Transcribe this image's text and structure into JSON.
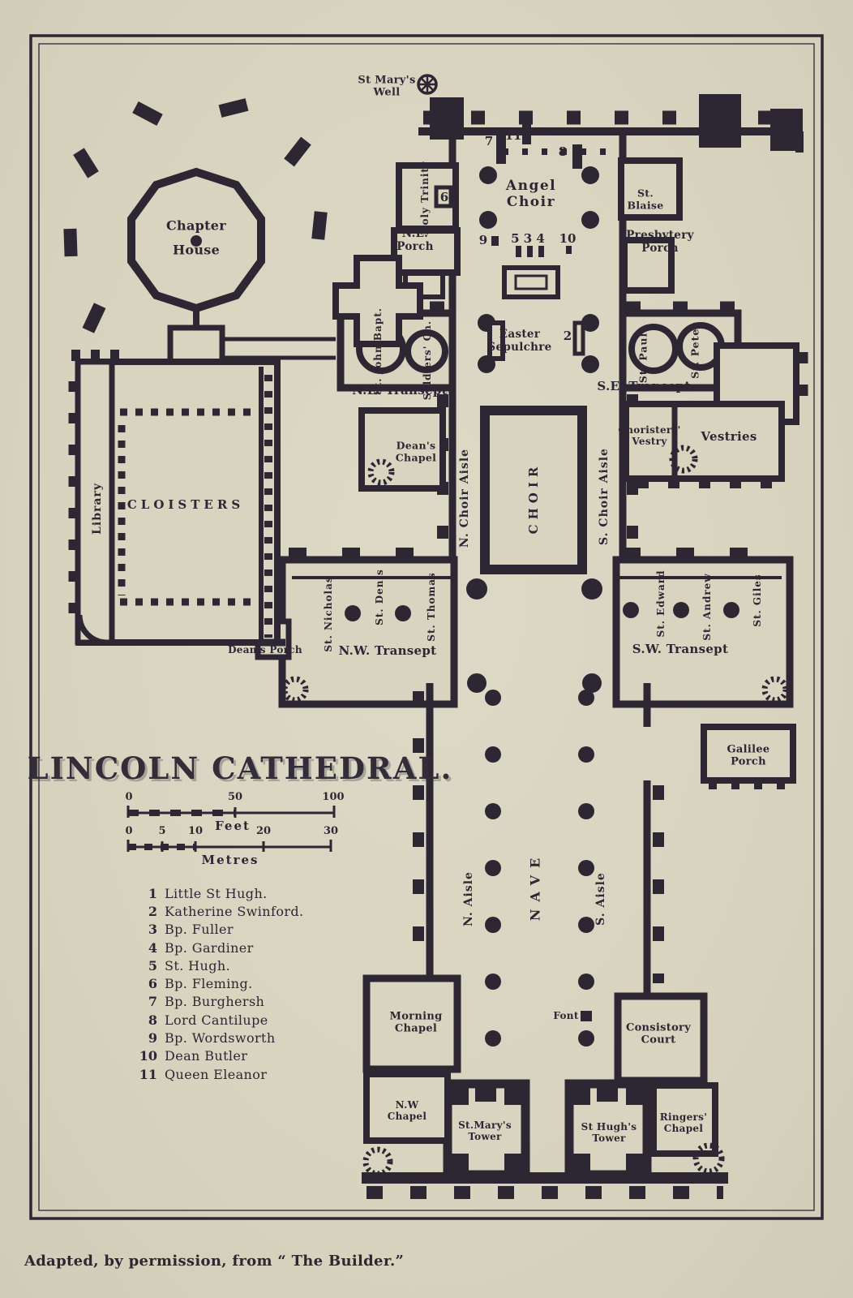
{
  "page": {
    "title": "LINCOLN CATHEDRAL.",
    "caption": "Adapted, by permission, from “ The Builder.”"
  },
  "colors": {
    "paper": "#d8d4c0",
    "ink": "#2d2733"
  },
  "labels": {
    "st_marys_well": "St Mary's\nWell",
    "chapter_house": "Chapter\nHouse",
    "holy_trinity": "Holy Trinity",
    "angel_choir": "Angel\nChoir",
    "st_blaise": "St.\nBlaise",
    "ne_porch": "N.E.\nPorch",
    "presbytery_porch": "Presbytery\nPorch",
    "easter_sepulchre": "Easter\nSepulchre",
    "st_john_bapt": "St. John Bapt.",
    "soldiers_ch": "Soldiers' Ch.",
    "ne_transept": "N.E. Transept",
    "st_paul": "St. Paul",
    "st_peter": "St. Peter",
    "se_transept": "S.E. Transept",
    "choristers_vestry": "Choristers'\nVestry",
    "vestries": "Vestries",
    "deans_chapel": "Dean's\nChapel",
    "library": "Library",
    "cloisters": "CLOISTERS",
    "n_choir_aisle": "N. Choir Aisle",
    "choir": "CHOIR",
    "s_choir_aisle": "S. Choir Aisle",
    "st_nicholas": "St. Nicholas",
    "st_denis": "St. Denis",
    "st_thomas": "St. Thomas",
    "st_edward": "St. Edward",
    "st_andrew": "St. Andrew",
    "st_giles": "St. Giles",
    "deans_porch": "Dean's Porch",
    "nw_transept": "N.W. Transept",
    "sw_transept": "S.W. Transept",
    "galilee_porch": "Galilee\nPorch",
    "n_aisle": "N. Aisle",
    "nave": "NAVE",
    "s_aisle": "S. Aisle",
    "font": "Font",
    "morning_chapel": "Morning\nChapel",
    "consistory_court": "Consistory\nCourt",
    "nw_chapel": "N.W\nChapel",
    "st_marys_tower": "St.Mary's\nTower",
    "st_hughs_tower": "St Hugh's\nTower",
    "ringers_chapel": "Ringers'\nChapel"
  },
  "plan_numbers": {
    "n2": "2",
    "n6": "6",
    "n7": "7",
    "n8": "8",
    "n9": "9",
    "n10": "10",
    "n11": "11",
    "n534": "5 3 4"
  },
  "scalebars": {
    "feet": {
      "unit": "Feet",
      "ticks": [
        "0",
        "50",
        "100"
      ]
    },
    "metres": {
      "unit": "Metres",
      "ticks": [
        "0",
        "5",
        "10",
        "20",
        "30"
      ]
    }
  },
  "legend": {
    "items": [
      {
        "num": "1",
        "label": "Little St Hugh."
      },
      {
        "num": "2",
        "label": "Katherine Swinford."
      },
      {
        "num": "3",
        "label": "Bp. Fuller"
      },
      {
        "num": "4",
        "label": "Bp. Gardiner"
      },
      {
        "num": "5",
        "label": "St. Hugh."
      },
      {
        "num": "6",
        "label": "Bp. Fleming."
      },
      {
        "num": "7",
        "label": "Bp. Burghersh"
      },
      {
        "num": "8",
        "label": "Lord Cantilupe"
      },
      {
        "num": "9",
        "label": "Bp. Wordsworth"
      },
      {
        "num": "10",
        "label": "Dean Butler"
      },
      {
        "num": "11",
        "label": "Queen Eleanor"
      }
    ]
  }
}
